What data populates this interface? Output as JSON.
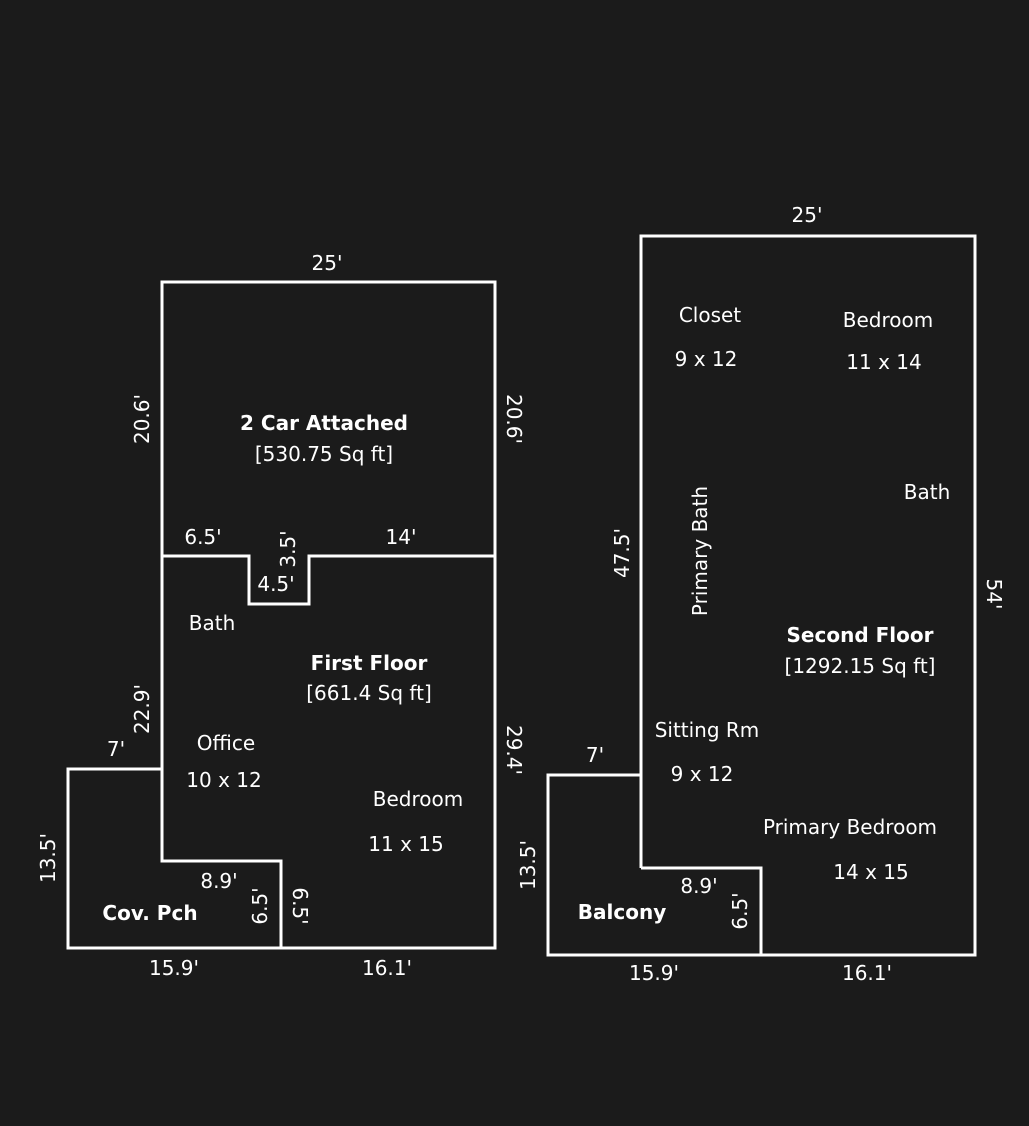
{
  "first_floor": {
    "title": "First Floor",
    "area": "[661.4 Sq ft]",
    "dims": {
      "garage_top": "25'",
      "garage_left": "20.6'",
      "garage_right": "20.6'",
      "notch_left": "6.5'",
      "notch_depth": "3.5'",
      "notch_width": "4.5'",
      "notch_right": "14'",
      "left_wall": "22.9'",
      "right_wall": "29.4'",
      "porch_top": "7'",
      "porch_left": "13.5'",
      "porch_inner_top": "8.9'",
      "porch_inner_left": "6.5'",
      "porch_inner_right": "6.5'",
      "bottom_left": "15.9'",
      "bottom_right": "16.1'"
    },
    "garage": {
      "name": "2 Car Attached",
      "area": "[530.75 Sq ft]"
    },
    "porch": {
      "name": "Cov. Pch"
    },
    "rooms": {
      "bath": "Bath",
      "office": "Office",
      "office_size": "10 x 12",
      "bedroom": "Bedroom",
      "bedroom_size": "11 x 15"
    }
  },
  "second_floor": {
    "title": "Second Floor",
    "area": "[1292.15 Sq ft]",
    "dims": {
      "top": "25'",
      "left_wall": "47.5'",
      "right_wall": "54'",
      "balcony_top": "7'",
      "balcony_left": "13.5'",
      "balcony_inner_top": "8.9'",
      "balcony_inner_right": "6.5'",
      "bottom_left": "15.9'",
      "bottom_right": "16.1'"
    },
    "balcony": {
      "name": "Balcony"
    },
    "rooms": {
      "closet": "Closet",
      "closet_size": "9 x 12",
      "bedroom": "Bedroom",
      "bedroom_size": "11 x 14",
      "bath": "Bath",
      "primary_bath": "Primary Bath",
      "sitting": "Sitting Rm",
      "sitting_size": "9 x 12",
      "primary_bedroom": "Primary Bedroom",
      "primary_bedroom_size": "14 x 15"
    }
  }
}
